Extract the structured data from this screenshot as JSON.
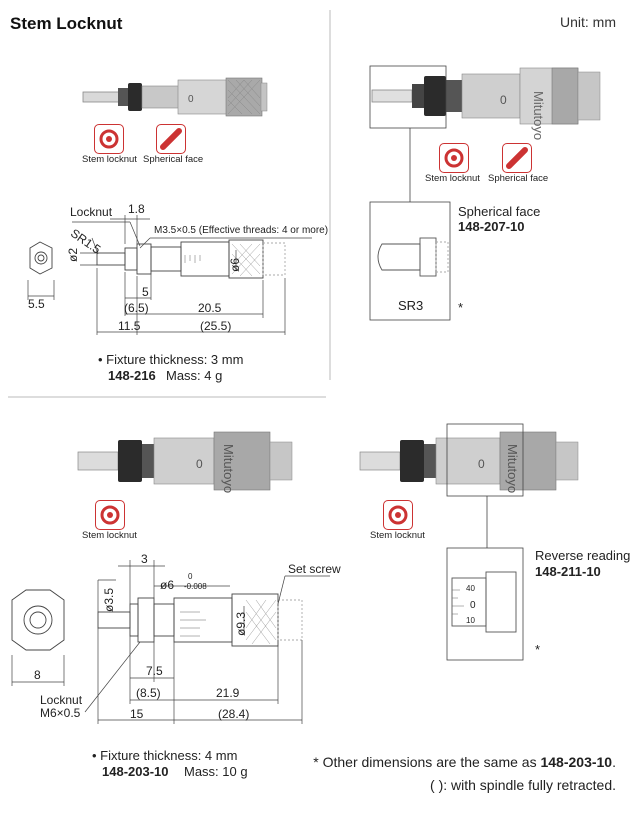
{
  "header": {
    "title": "Stem Locknut",
    "unit": "Unit: mm"
  },
  "icons": {
    "stem_locknut_label": "Stem locknut",
    "spherical_face_label": "Spherical face"
  },
  "panel1": {
    "dims": {
      "locknut": "Locknut",
      "d18": "1.8",
      "sr15": "SR1.5",
      "thread": "M3.5×0.5 (Effective threads: 4 or more)",
      "phi2": "ø2",
      "phi6": "ø6",
      "d55": "5.5",
      "d5": "5",
      "d65": "(6.5)",
      "d205": "20.5",
      "d115": "11.5",
      "d255": "(25.5)"
    },
    "note_bullet": "• Fixture thickness: 3 mm",
    "model": "148-216",
    "mass": "Mass: 4 g"
  },
  "panel2": {
    "label": "Spherical face",
    "model": "148-207-10",
    "sr": "SR3",
    "star": "*",
    "scale_zero": "0",
    "brand": "Mitutoyo"
  },
  "panel3": {
    "dims": {
      "d3": "3",
      "phi35": "ø3.5",
      "phi6": "ø6",
      "tol_upper": "0",
      "tol_lower": "-0.008",
      "set_screw": "Set screw",
      "phi93": "ø9.3",
      "d8": "8",
      "d75": "7.5",
      "d85": "(8.5)",
      "d219": "21.9",
      "locknut": "Locknut",
      "m6": "M6×0.5",
      "d15": "15",
      "d284": "(28.4)"
    },
    "note_bullet": "• Fixture thickness: 4 mm",
    "model": "148-203-10",
    "mass": "Mass: 10 g"
  },
  "panel4": {
    "label": "Reverse reading",
    "model": "148-211-10",
    "star": "*",
    "scale": [
      "40",
      "0",
      "10"
    ]
  },
  "footer": {
    "note_prefix": "* Other dimensions are the same as ",
    "note_model": "148-203-10",
    "note_suffix": ".",
    "retracted": "( ): with spindle fully retracted."
  }
}
